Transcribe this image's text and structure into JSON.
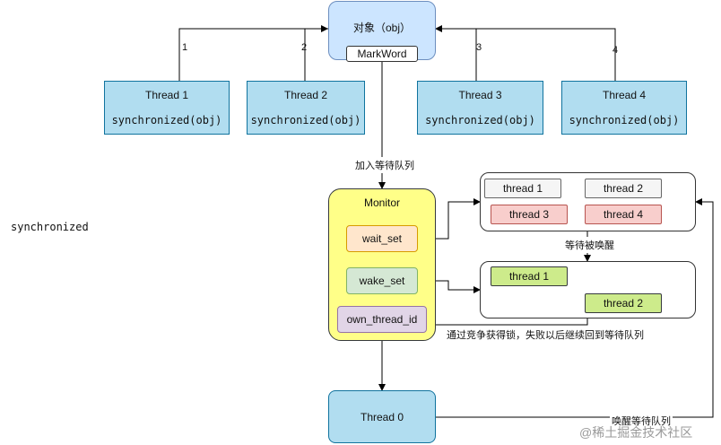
{
  "object": {
    "title": "对象（obj）",
    "markword": "MarkWord"
  },
  "threads_top": [
    {
      "name": "Thread 1",
      "code": "synchronized(obj)",
      "edge": "1"
    },
    {
      "name": "Thread 2",
      "code": "synchronized(obj)",
      "edge": "2"
    },
    {
      "name": "Thread 3",
      "code": "synchronized(obj)",
      "edge": "3"
    },
    {
      "name": "Thread 4",
      "code": "synchronized(obj)",
      "edge": "4"
    }
  ],
  "side_label": "synchronized",
  "edge_labels": {
    "join_queue": "加入等待队列",
    "wait_wake": "等待被唤醒",
    "compete": "通过竞争获得锁，失败以后继续回到等待队列",
    "wake_queue": "唤醒等待队列"
  },
  "monitor": {
    "title": "Monitor",
    "fields": [
      "wait_set",
      "wake_set",
      "own_thread_id"
    ]
  },
  "wait_set_items": [
    "thread 1",
    "thread 2",
    "thread 3",
    "thread 4"
  ],
  "wake_set_items": [
    "thread 1",
    "thread 2"
  ],
  "owner": "Thread 0",
  "watermark": "@稀土掘金技术社区",
  "colors": {
    "object": "#cce5ff",
    "thread": "#b1ddf0",
    "monitor": "#ffff88",
    "wait_field": "#ffe6cc",
    "wake_field": "#d5e8d4",
    "own_field": "#e1d5e7",
    "gray_chip": "#f5f5f5",
    "red_chip": "#f8cecc",
    "green_chip": "#cdeb8b"
  }
}
